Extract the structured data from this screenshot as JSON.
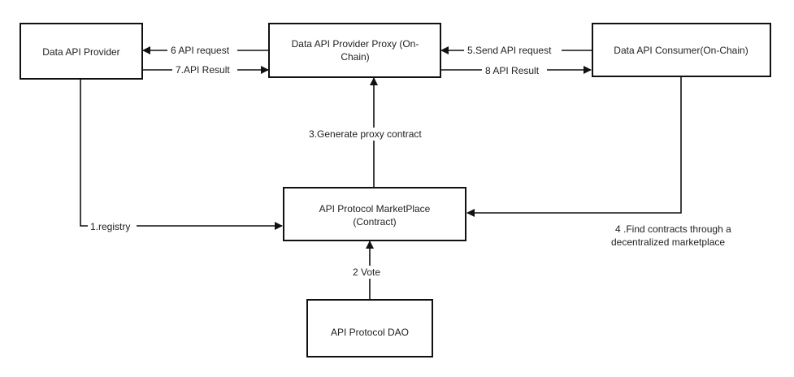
{
  "nodes": {
    "provider": {
      "lines": [
        "Data API  Provider"
      ]
    },
    "proxy": {
      "lines": [
        "Data API  Provider Proxy (On-",
        "Chain)"
      ]
    },
    "consumer": {
      "lines": [
        "Data API  Consumer(On-Chain)"
      ]
    },
    "marketplace": {
      "lines": [
        "API Protocol MarketPlace",
        "(Contract)"
      ]
    },
    "dao": {
      "lines": [
        "API Protocol DAO"
      ]
    }
  },
  "edges": {
    "api_request_6": "6 API request",
    "api_result_7": "7.API Result",
    "send_api_request_5": "5.Send API request",
    "api_result_8": "8 API Result",
    "generate_proxy_3": "3.Generate proxy contract",
    "registry_1": "1.registry",
    "vote_2": "2 Vote",
    "find_contracts_4": [
      "4 .Find contracts through a",
      "decentralized marketplace"
    ]
  }
}
